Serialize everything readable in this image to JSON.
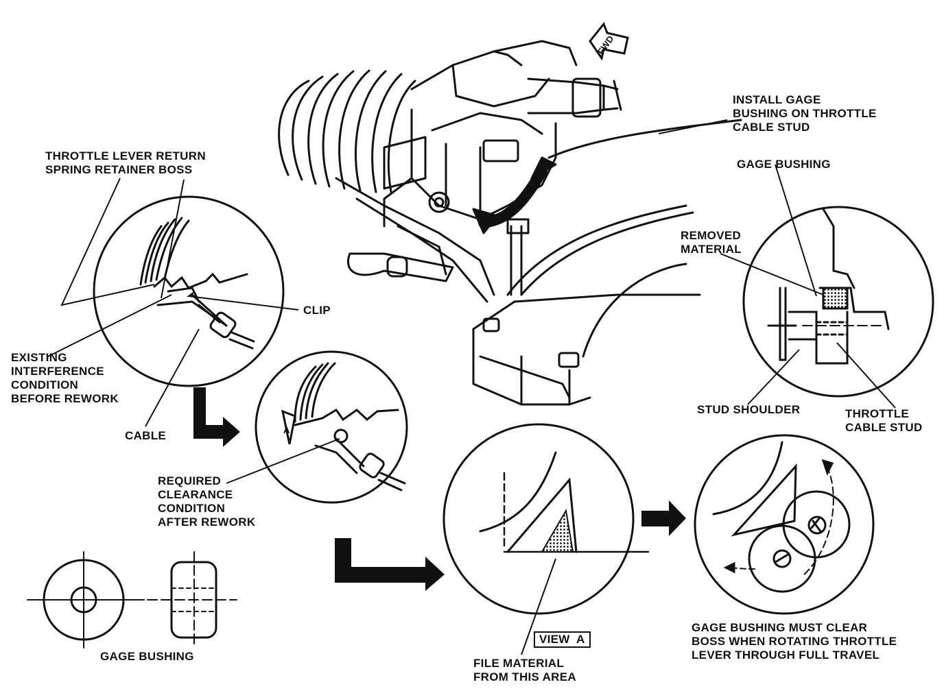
{
  "figure": {
    "labels": {
      "fwd": "FWD",
      "install_gage": "INSTALL GAGE\nBUSHING ON THROTTLE\nCABLE STUD",
      "throttle_lever_boss": "THROTTLE LEVER RETURN\nSPRING RETAINER BOSS",
      "gage_bushing_top": "GAGE BUSHING",
      "removed_material": "REMOVED\nMATERIAL",
      "clip": "CLIP",
      "existing_interference": "EXISTING\nINTERFERENCE\nCONDITION\nBEFORE REWORK",
      "cable": "CABLE",
      "stud_shoulder": "STUD SHOULDER",
      "throttle_cable_stud": "THROTTLE\nCABLE STUD",
      "view_a_marker": "A",
      "required_clearance": "REQUIRED\nCLEARANCE\nCONDITION\nAFTER REWORK",
      "view_a": "VIEW  A",
      "gage_must_clear": "GAGE BUSHING MUST CLEAR\nBOSS WHEN ROTATING THROTTLE\nLEVER THROUGH FULL TRAVEL",
      "file_material": "FILE MATERIAL\nFROM THIS AREA",
      "gage_bushing_bottom": "GAGE BUSHING"
    }
  }
}
